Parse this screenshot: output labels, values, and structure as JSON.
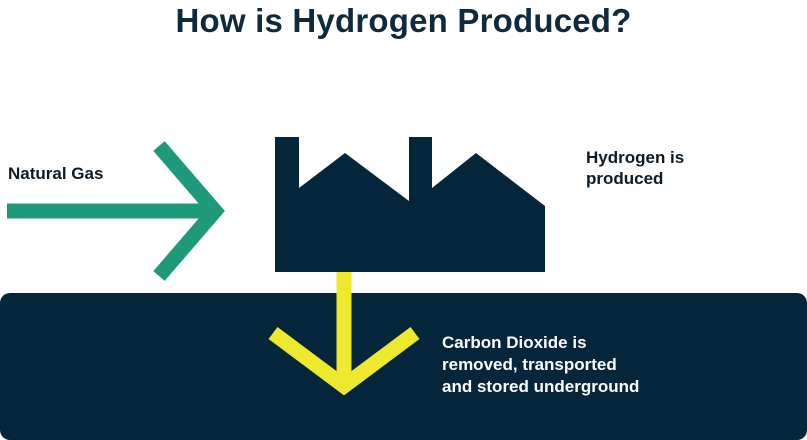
{
  "title": "How is Hydrogen Produced?",
  "labels": {
    "input": "Natural Gas",
    "output_line1": "Hydrogen is",
    "output_line2": "produced",
    "co2_line1": "Carbon Dioxide is",
    "co2_line2": "removed, transported",
    "co2_line3": "and stored underground"
  },
  "colors": {
    "title": "#0f2a3d",
    "factory": "#05263a",
    "ground": "#05263a",
    "input_arrow": "#1e9a7a",
    "co2_arrow": "#ede92f",
    "background": "#ffffff"
  },
  "icons": {
    "factory": "factory-icon",
    "input_arrow": "arrow-right-icon",
    "co2_arrow": "arrow-down-icon"
  }
}
